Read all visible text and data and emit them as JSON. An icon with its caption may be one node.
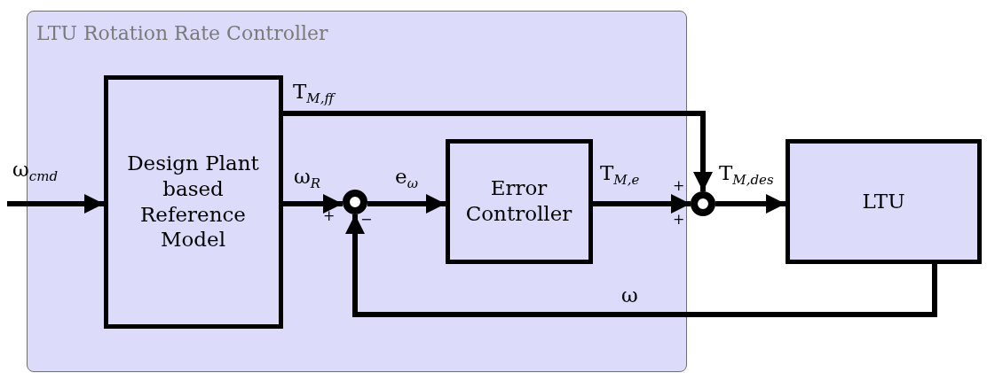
{
  "diagram": {
    "nodes": [
      {
        "text": [
          "LTU Rotation Rate Controller"
        ]
      },
      {
        "text": [
          "Design Plant based Reference Model"
        ],
        "in": 0
      },
      {
        "text": [],
        "shape": "circle",
        "in": 0,
        "beside": [
          "+",
          "−"
        ]
      },
      {
        "text": [
          "Error Controller"
        ],
        "in": 0
      },
      {
        "text": [],
        "shape": "circle",
        "beside": [
          "+",
          "+"
        ]
      },
      {
        "text": [
          "LTU"
        ]
      }
    ],
    "edges": [
      {
        "from": null,
        "to": 1,
        "arrow": "to",
        "label": "ω$_{cmd}$"
      },
      {
        "from": 1,
        "to": 2,
        "arrow": "to",
        "label": "ω$_{R}$"
      },
      {
        "from": 2,
        "to": 3,
        "arrow": "to",
        "label": "e$_{ω}$"
      },
      {
        "from": 3,
        "to": 4,
        "arrow": "to",
        "label": "T$_{M,e}$"
      },
      {
        "from": 1,
        "to": 4,
        "arrow": "to",
        "label": "T$_{M,ff}$"
      },
      {
        "from": 4,
        "to": 5,
        "arrow": "to",
        "label": "T$_{M,des}$"
      },
      {
        "from": 5,
        "to": 2,
        "arrow": "to",
        "label": "ω"
      }
    ]
  }
}
